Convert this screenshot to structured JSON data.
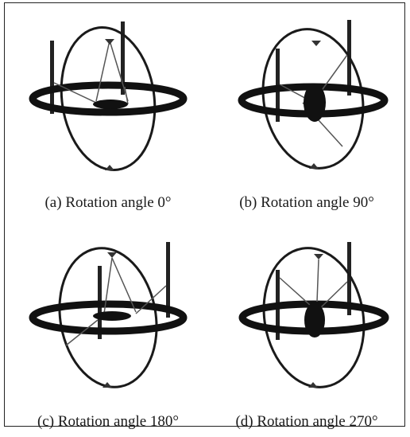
{
  "figure": {
    "panels": [
      {
        "id": "a",
        "caption": "(a) Rotation angle 0°",
        "angle_deg": 0
      },
      {
        "id": "b",
        "caption": "(b) Rotation angle 90°",
        "angle_deg": 90
      },
      {
        "id": "c",
        "caption": "(c) Rotation angle 180°",
        "angle_deg": 180
      },
      {
        "id": "d",
        "caption": "(d) Rotation angle 270°",
        "angle_deg": 270
      }
    ]
  },
  "colors": {
    "stroke": "#1a1a1a",
    "ring": "#111111",
    "cable": "#555555"
  }
}
